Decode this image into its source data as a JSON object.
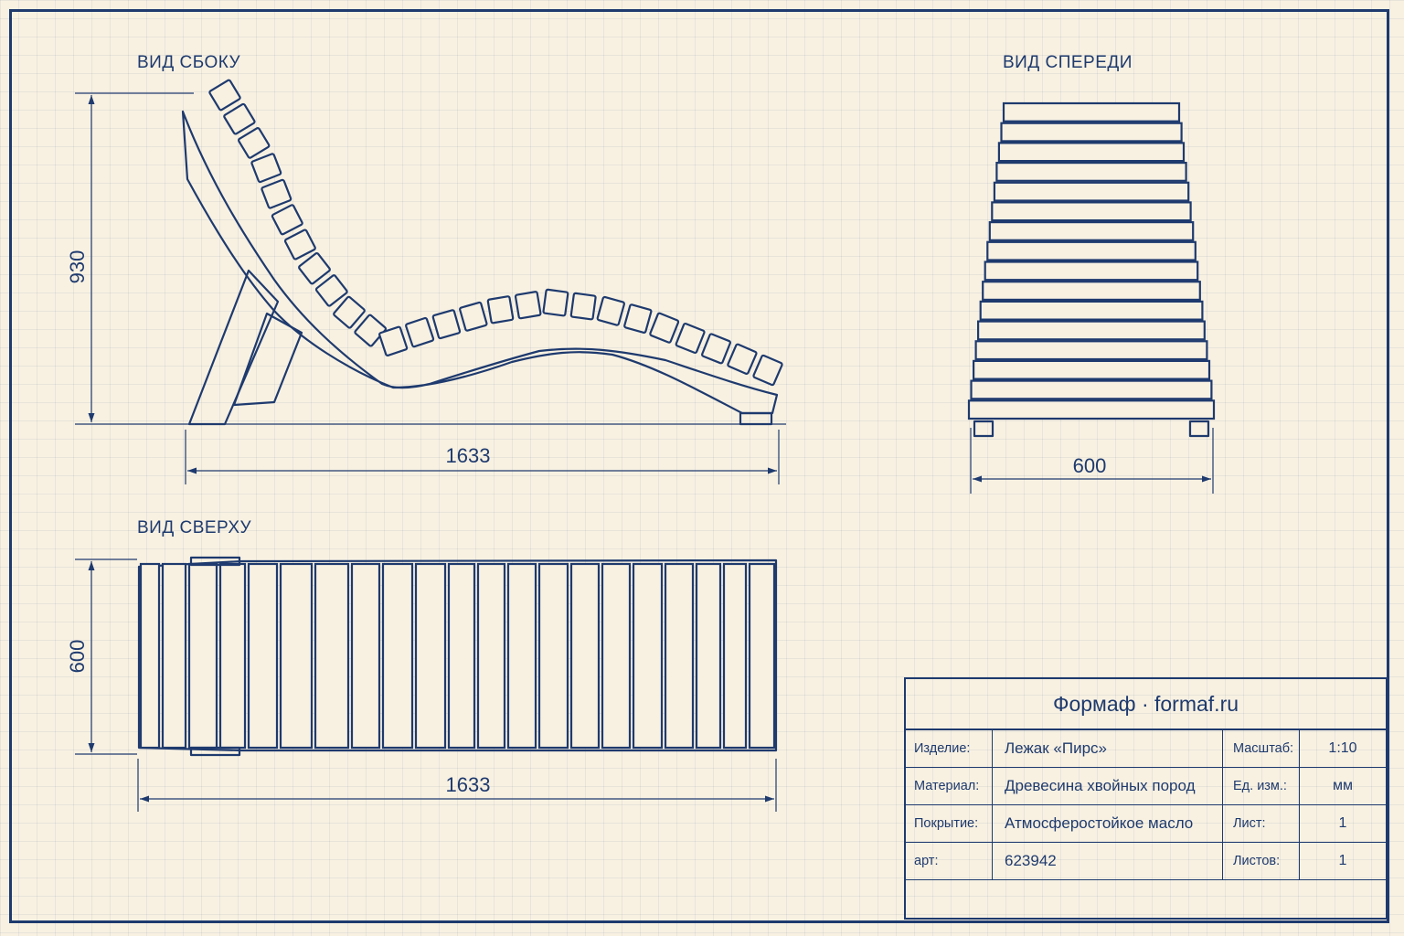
{
  "views": {
    "side": "ВИД СБОКУ",
    "front": "ВИД СПЕРЕДИ",
    "top": "ВИД СВЕРХУ"
  },
  "dimensions": {
    "side_height": "930",
    "side_length": "1633",
    "front_width": "600",
    "top_width": "600",
    "top_length": "1633"
  },
  "title_block": {
    "header": "Формаф · formaf.ru",
    "rows": [
      {
        "label": "Изделие:",
        "value": "Лежак «Пирс»",
        "label2": "Масштаб:",
        "value2": "1:10"
      },
      {
        "label": "Материал:",
        "value": "Древесина хвойных пород",
        "label2": "Ед. изм.:",
        "value2": "мм"
      },
      {
        "label": "Покрытие:",
        "value": "Атмосферостойкое масло",
        "label2": "Лист:",
        "value2": "1"
      },
      {
        "label": "арт:",
        "value": "623942",
        "label2": "Листов:",
        "value2": "1"
      }
    ]
  },
  "colors": {
    "ink": "#1e3a6e",
    "paper": "#f8f1e2"
  }
}
